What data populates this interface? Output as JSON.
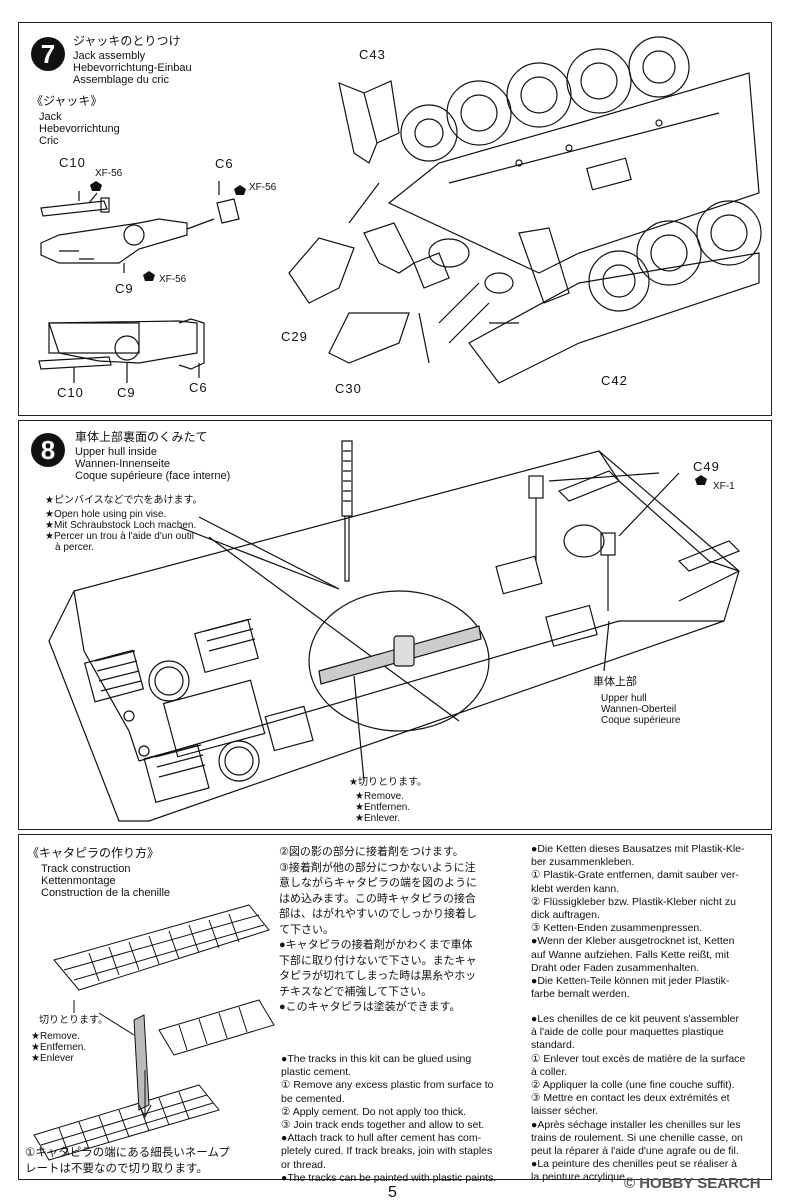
{
  "step7": {
    "number": "7",
    "title_jp": "ジャッキのとりつけ",
    "title_en": "Jack assembly",
    "title_de": "Hebevorrichtung-Einbau",
    "title_fr": "Assemblage du cric",
    "sub_jp": "《ジャッキ》",
    "sub_en": "Jack",
    "sub_de": "Hebevorrichtung",
    "sub_fr": "Cric",
    "labels": {
      "c10_top": "C10",
      "xf56_a": "XF-56",
      "c6_top": "C6",
      "xf56_b": "XF-56",
      "c9_top": "C9",
      "xf56_c": "XF-56",
      "c10_bot": "C10",
      "c9_bot": "C9",
      "c6_bot": "C6",
      "c43": "C43",
      "c29": "C29",
      "c30": "C30",
      "c42": "C42"
    }
  },
  "step8": {
    "number": "8",
    "title_jp": "車体上部裏面のくみたて",
    "title_en": "Upper hull inside",
    "title_de": "Wannen-Innenseite",
    "title_fr": "Coque supérieure (face interne)",
    "note_jp": "★ピンバイスなどで穴をあけます。",
    "note_en": "★Open hole using pin vise.",
    "note_de": "★Mit Schraubstock Loch machen.",
    "note_fr_1": "★Percer un trou à l'aide d'un outil",
    "note_fr_2": "à percer.",
    "c49": "C49",
    "xf1": "XF-1",
    "hull_jp": "車体上部",
    "hull_en": "Upper hull",
    "hull_de": "Wannen-Oberteil",
    "hull_fr": "Coque supérieure",
    "remove_jp": "★切りとります。",
    "remove_en": "★Remove.",
    "remove_de": "★Entfernen.",
    "remove_fr": "★Enlever."
  },
  "tracks": {
    "title_jp": "《キャタピラの作り方》",
    "title_en": "Track construction",
    "title_de": "Kettenmontage",
    "title_fr": "Construction de la chenille",
    "cut_jp": "切りとります。",
    "cut_en": "★Remove.",
    "cut_de": "★Entfernen.",
    "cut_fr": "★Enlever",
    "note1_1": "①キャタピラの端にある細長いネームプ",
    "note1_2": "レートは不要なので切り取ります。",
    "jp_lines": [
      "②図の影の部分に接着剤をつけます。",
      "③接着剤が他の部分につかないように注",
      "意しながらキャタピラの端を図のように",
      "はめ込みます。この時キャタピラの接合",
      "部は、はがれやすいのでしっかり接着し",
      "て下さい。",
      "●キャタピラの接着剤がかわくまで車体",
      "下部に取り付けないで下さい。またキャ",
      "タピラが切れてしまった時は黒糸やホッ",
      "チキスなどで補強して下さい。",
      "●このキャタピラは塗装ができます。"
    ],
    "en_lines": [
      "●The tracks in this kit can be glued using",
      "plastic cement.",
      "① Remove any excess plastic from surface to",
      "be cemented.",
      "② Apply cement. Do not apply too thick.",
      "③ Join track ends together and allow to set.",
      "●Attach track to hull after cement has com-",
      "pletely cured. If track breaks, join with staples",
      "or thread.",
      "●The tracks can be painted with plastic paints."
    ],
    "de_lines": [
      "●Die Ketten dieses Bausatzes mit Plastik-Kle-",
      "ber zusammenkleben.",
      "① Plastik-Grate entfernen, damit sauber ver-",
      "klebt werden kann.",
      "② Flüssigkleber bzw. Plastik-Kleber nicht zu",
      "dick auftragen.",
      "③ Ketten-Enden zusammenpressen.",
      "●Wenn der Kleber ausgetrocknet ist, Ketten",
      "auf Wanne aufziehen. Falls Kette reißt, mit",
      "Draht oder Faden zusammenhalten.",
      "●Die Ketten-Teile können mit jeder Plastik-",
      "farbe bemalt werden."
    ],
    "fr_lines": [
      "●Les chenilles de ce kit peuvent s'assembler",
      "à l'aide de colle pour maquettes plastique",
      "standard.",
      "① Enlever tout excès de matière de la surface",
      "à coller.",
      "② Appliquer la colle (une fine couche suffit).",
      "③ Mettre en contact les deux extrémités et",
      "laisser sécher.",
      "●Après séchage installer les chenilles sur les",
      "trains de roulement. Si une chenille casse, on",
      "peut la réparer à l'aide d'une agrafe ou de fil.",
      "●La peinture des chenilles peut se réaliser à",
      "la peinture acrylique."
    ]
  },
  "page_number": "5",
  "watermark": "© HOBBY SEARCH"
}
